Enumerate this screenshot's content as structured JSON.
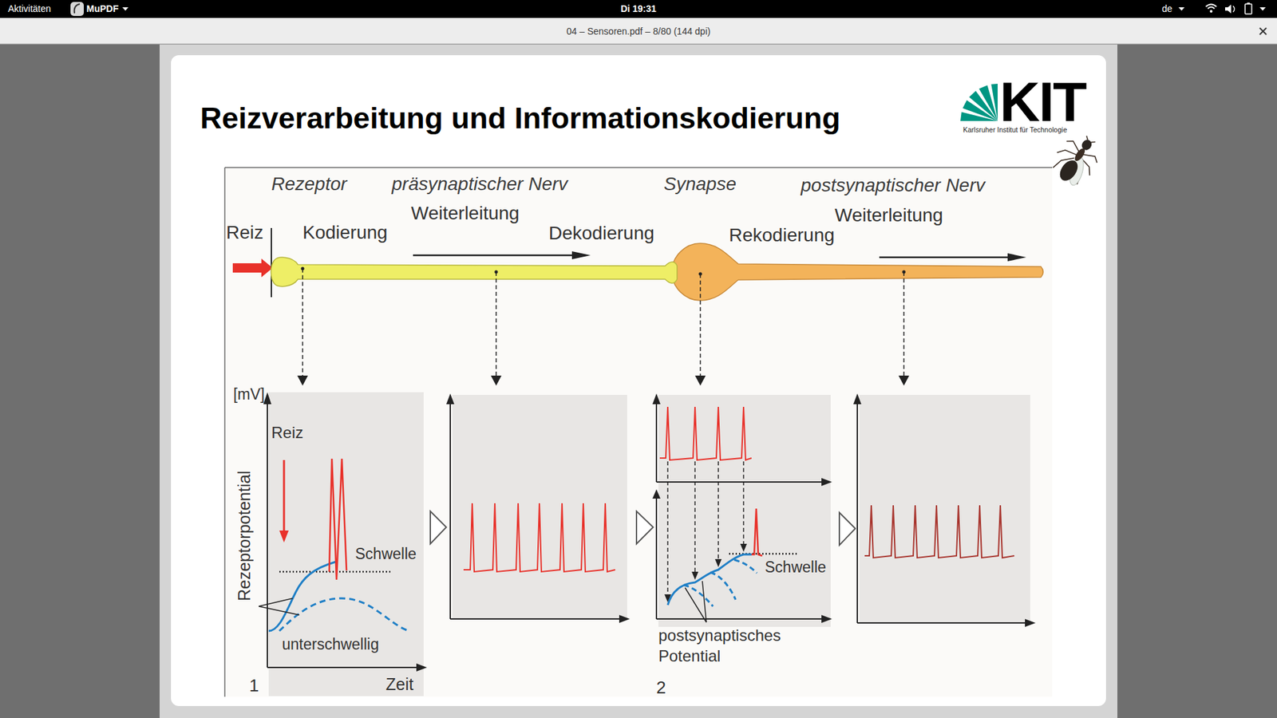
{
  "diagram": {
    "title": "Reizverarbeitung und Informationskodierung",
    "labels": [
      "Aktivitäten",
      "MuPDF",
      "Di 19:31",
      "de",
      "04 – Sensoren.pdf – 8/80 (144 dpi)",
      "Karlsruher Institut für Technologie",
      "KIT",
      "Rezeptor",
      "präsynaptischer Nerv",
      "Synapse",
      "postsynaptischer Nerv",
      "Reiz",
      "Kodierung",
      "Weiterleitung",
      "Dekodierung",
      "Rekodierung",
      "Weiterleitung",
      "[mV]",
      "Reiz",
      "Rezeptorpotential",
      "Schwelle",
      "unterschwellig",
      "1",
      "Zeit",
      "Schwelle",
      "postsynaptisches Potential",
      "2"
    ]
  }
}
